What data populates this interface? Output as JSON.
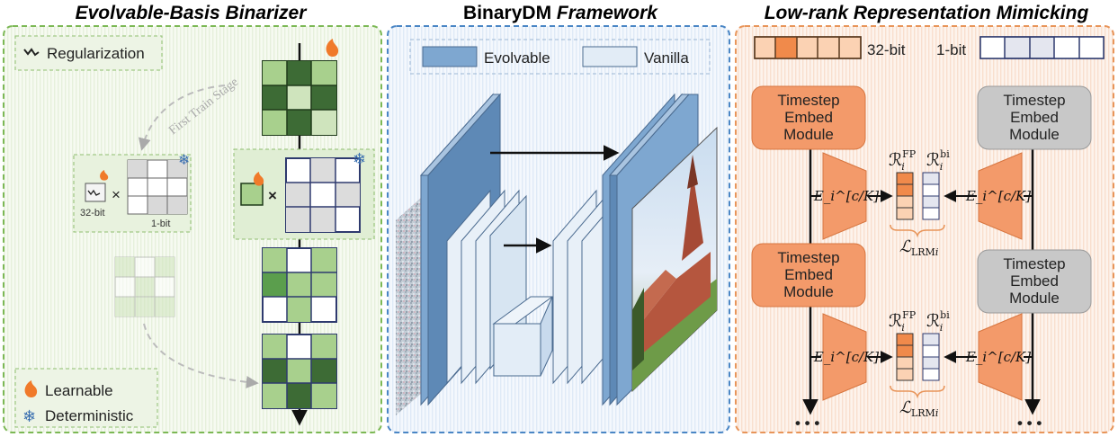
{
  "titles": {
    "left": "Evolvable-Basis Binarizer",
    "middle_bold": "BinaryDM ",
    "middle_italic": "Framework",
    "right": "Low-rank Representation Mimicking"
  },
  "left_panel": {
    "regularization": "Regularization",
    "first_train_stage": "First Train Stage",
    "label_32bit": "32-bit",
    "label_1bit": "1-bit",
    "times": "×",
    "legend_learnable": "Learnable",
    "legend_deterministic": "Deterministic"
  },
  "middle_panel": {
    "legend_evolvable": "Evolvable",
    "legend_vanilla": "Vanilla"
  },
  "right_panel": {
    "label_32bit": "32-bit",
    "label_1bit": "1-bit",
    "module_line1": "Timestep",
    "module_line2": "Embed",
    "module_line3": "Module",
    "proj_label": "E_i^[c/K]",
    "r_fp": "ℛ",
    "r_fp_sup": "FP",
    "r_bi_sup": "bi",
    "r_sub": "i",
    "loss": "ℒ",
    "loss_sub": "LRM",
    "loss_i": "i",
    "ellipsis": "• • •"
  },
  "colors": {
    "left_border": "#7cb855",
    "mid_border": "#4a86c5",
    "right_border": "#e8955a",
    "dark_green": "#3d6b35",
    "light_green": "#a8d08d",
    "orange": "#f08a4b",
    "navy": "#2e3a6e",
    "gray_box": "#c8c8c8"
  }
}
